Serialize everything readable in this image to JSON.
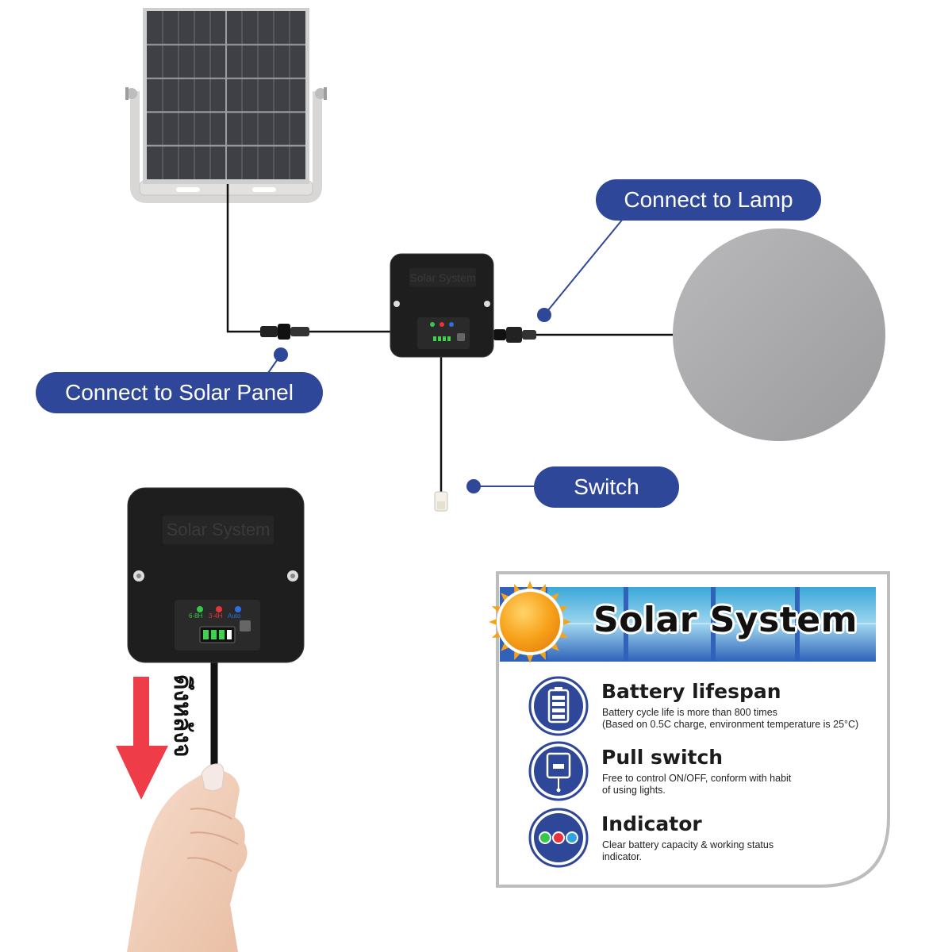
{
  "callouts": {
    "lamp": "Connect to Lamp",
    "solar_panel": "Connect to Solar Panel",
    "switch": "Switch"
  },
  "controller_small": {
    "label": "Solar System"
  },
  "controller_large": {
    "label": "Solar System",
    "indicators": [
      {
        "label": "6-8H",
        "color": "#37c84b"
      },
      {
        "label": "3-4H",
        "color": "#e8333a"
      },
      {
        "label": "Auto",
        "color": "#2f6ee0"
      }
    ]
  },
  "pull_label": "ดึงหลังจ",
  "feature_card": {
    "title": "Solar System",
    "features": [
      {
        "icon": "battery-icon",
        "title": "Battery lifespan",
        "desc_lines": [
          "Battery cycle life is more than 800 times",
          "(Based on 0.5C charge, environment temperature is 25°C)"
        ]
      },
      {
        "icon": "pull-switch-icon",
        "title": "Pull switch",
        "desc_lines": [
          "Free to control ON/OFF, conform with habit",
          "of using lights."
        ]
      },
      {
        "icon": "indicator-lights-icon",
        "title": "Indicator",
        "desc_lines": [
          "Clear battery capacity & working status",
          "indicator."
        ]
      }
    ]
  },
  "colors": {
    "accent_blue": "#2f4799",
    "arrow_red": "#ee3d48",
    "lamp_grey": "#a9a9ab",
    "box_black": "#1e1e1e"
  }
}
